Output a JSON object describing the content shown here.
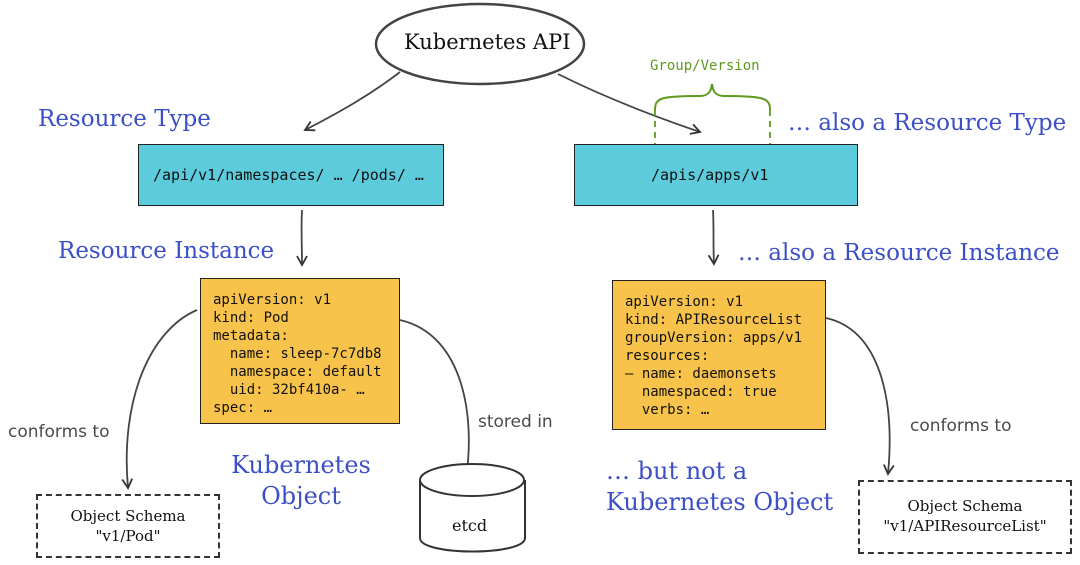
{
  "api_node": {
    "label": "Kubernetes API"
  },
  "left": {
    "type_label": "Resource Type",
    "path": "/api/v1/namespaces/ … /pods/ …",
    "instance_label": "Resource Instance",
    "manifest_lines": [
      "apiVersion: v1",
      "kind: Pod",
      "metadata:",
      "  name: sleep-7c7db8",
      "  namespace: default",
      "  uid: 32bf410a- …",
      "spec: …"
    ],
    "conforms_label": "conforms to",
    "object_label_line1": "Kubernetes",
    "object_label_line2": "Object",
    "stored_label": "stored in",
    "storage_label": "etcd",
    "schema_line1": "Object Schema",
    "schema_line2": "\"v1/Pod\""
  },
  "right": {
    "group_version_label": "Group/Version",
    "type_label": "… also a Resource Type",
    "path": "/apis/apps/v1",
    "instance_label": "… also a Resource Instance",
    "manifest_lines": [
      "apiVersion: v1",
      "kind: APIResourceList",
      "groupVersion: apps/v1",
      "resources:",
      "– name: daemonsets",
      "  namespaced: true",
      "  verbs: …"
    ],
    "conforms_label": "conforms to",
    "not_object_line1": "… but not a",
    "not_object_line2": "Kubernetes Object",
    "schema_line1": "Object Schema",
    "schema_line2": "\"v1/APIResourceList\""
  },
  "colors": {
    "label_blue": "#3b4fc7",
    "box_cyan": "#5ccbdb",
    "box_yellow": "#f8c34a",
    "bracket_green": "#5f9a1e"
  }
}
